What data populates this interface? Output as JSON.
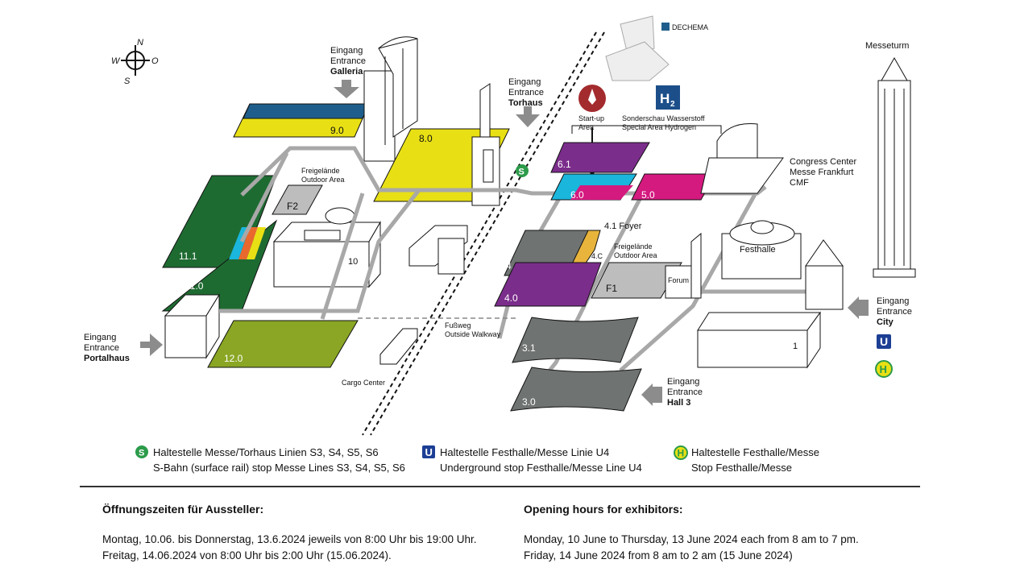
{
  "compass": {
    "n": "N",
    "s": "S",
    "w": "W",
    "o": "O"
  },
  "entrances": {
    "galleria": {
      "l1": "Eingang",
      "l2": "Entrance",
      "l3": "Galleria"
    },
    "torhaus": {
      "l1": "Eingang",
      "l2": "Entrance",
      "l3": "Torhaus"
    },
    "portalhaus": {
      "l1": "Eingang",
      "l2": "Entrance",
      "l3": "Portalhaus"
    },
    "city": {
      "l1": "Eingang",
      "l2": "Entrance",
      "l3": "City"
    },
    "hall3": {
      "l1": "Eingang",
      "l2": "Entrance",
      "l3": "Hall 3"
    }
  },
  "halls": {
    "h9": "9.0",
    "h8": "8.0",
    "h11_1": "11.1",
    "h11_0": "11.0",
    "h10": "10",
    "h12": "12.0",
    "h6_1": "6.1",
    "h6_0": "6.0",
    "h5": "5.0",
    "h4_1": "4.1",
    "h4_0": "4.0",
    "h4c": "4.C",
    "h3_1": "3.1",
    "h3_0": "3.0",
    "h1": "1",
    "f1": "F1",
    "f2": "F2"
  },
  "labels": {
    "dechema": "DECHEMA",
    "messeturm": "Messeturm",
    "startup_l1": "Start-up",
    "startup_l2": "Area",
    "hydrogen_l1": "Sonderschau Wasserstoff",
    "hydrogen_l2": "Special Area Hydrogen",
    "h2": "H",
    "h2_sub": "2",
    "cmf_l1": "Congress Center",
    "cmf_l2": "Messe Frankfurt",
    "cmf_l3": "CMF",
    "foyer": "4.1 Foyer",
    "outdoor1_l1": "Freigelände",
    "outdoor1_l2": "Outdoor Area",
    "outdoor2_l1": "Freigelände",
    "outdoor2_l2": "Outdoor Area",
    "forum": "Forum",
    "festhalle": "Festhalle",
    "fussweg_l1": "Fußweg",
    "fussweg_l2": "Outside Walkway",
    "cargo": "Cargo Center",
    "u_icon": "U",
    "h_icon": "H",
    "s_icon": "S"
  },
  "legend": {
    "sbahn_l1": "Haltestelle Messe/Torhaus Linien S3, S4, S5, S6",
    "sbahn_l2": "S-Bahn (surface rail) stop Messe Lines S3, S4, S5, S6",
    "ubahn_l1": "Haltestelle Festhalle/Messe Linie  U4",
    "ubahn_l2": "Underground stop Festhalle/Messe Line U4",
    "bus_l1": "Haltestelle Festhalle/Messe",
    "bus_l2": "Stop Festhalle/Messe"
  },
  "hours": {
    "de_title": "Öffnungszeiten für Aussteller:",
    "de_l1": "Montag, 10.06. bis Donnerstag, 13.6.2024 jeweils von 8:00 Uhr bis 19:00 Uhr.",
    "de_l2": "Freitag, 14.06.2024 von 8:00 Uhr bis 2:00 Uhr (15.06.2024).",
    "en_title": "Opening hours for exhibitors:",
    "en_l1": "Monday, 10 June to Thursday, 13 June 2024 each from 8 am to 7 pm.",
    "en_l2": "Friday, 14 June 2024 from 8 am to 2 am (15 June 2024)"
  },
  "colors": {
    "green_dark": "#1e6b32",
    "yellow": "#e8e014",
    "blue": "#1f5e8c",
    "purple": "#7b2d8b",
    "magenta": "#d4197f",
    "cyan": "#1ab6dc",
    "lime": "#8aa624",
    "grey": "#6f7372",
    "walkway": "#a8a8a8",
    "arrow": "#8c8c8c",
    "ubahn": "#1c3f94",
    "bus_bg": "#e8e014",
    "sbahn": "#2c9b4a",
    "startup": "#a32b2e",
    "h2": "#1c4f8a"
  }
}
